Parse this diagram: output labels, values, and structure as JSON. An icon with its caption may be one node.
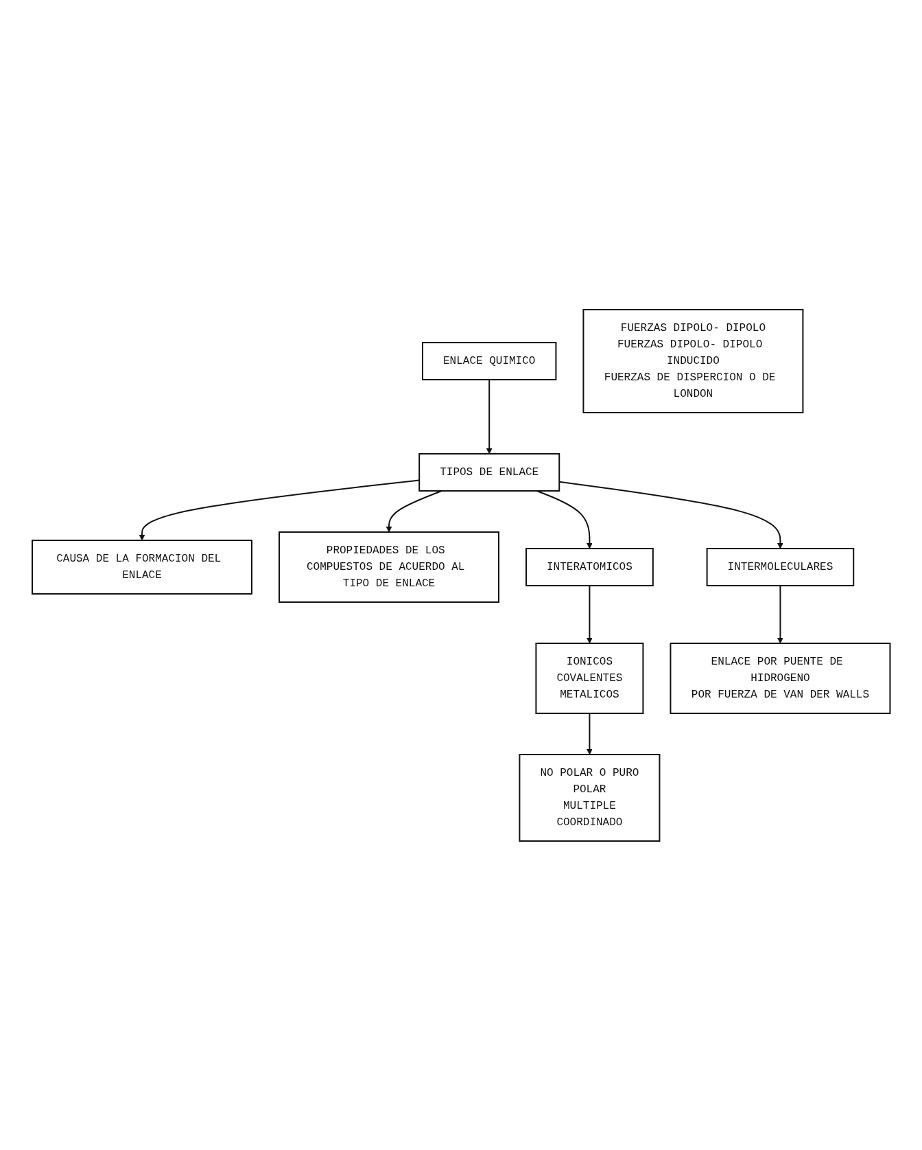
{
  "diagram": {
    "nodes": [
      {
        "text": [
          "ENLACE QUIMICO"
        ]
      },
      {
        "text": [
          "CAUSA DE LA FORMACION DEL ENLACE"
        ]
      },
      {
        "text": [
          "TIPOS DE ENLACE"
        ]
      },
      {
        "text": [
          "PROPIEDADES DE LOS COMPUESTOS DE ACUERDO AL TIPO DE ENLACE"
        ]
      },
      {
        "text": [
          "INTERATOMICOS"
        ]
      },
      {
        "text": [
          "INTERMOLECULARES"
        ]
      },
      {
        "text": [
          "IONICOS",
          "COVALENTES",
          "METALICOS"
        ]
      },
      {
        "text": [
          "ENLACE POR PUENTE DE HIDROGENO",
          "POR FUERZA DE VAN DER WALLS"
        ]
      },
      {
        "text": [
          "NO POLAR O PURO",
          "POLAR",
          "MULTIPLE",
          "COORDINADO"
        ]
      },
      {
        "text": [
          "FUERZAS DIPOLO- DIPOLO",
          "FUERZAS DIPOLO- DIPOLO INDUCIDO",
          "FUERZAS DE DISPERCION O DE LONDON"
        ]
      }
    ],
    "edges": [
      {
        "from": 0,
        "to": 2,
        "arrow": "to"
      },
      {
        "from": 2,
        "to": 1,
        "arrow": "to"
      },
      {
        "from": 2,
        "to": 3,
        "arrow": "to"
      },
      {
        "from": 2,
        "to": 4,
        "arrow": "to"
      },
      {
        "from": 2,
        "to": 5,
        "arrow": "to"
      },
      {
        "from": 4,
        "to": 6,
        "arrow": "to"
      },
      {
        "from": 5,
        "to": 7,
        "arrow": "to"
      },
      {
        "from": 6,
        "to": 8,
        "arrow": "to"
      }
    ]
  }
}
